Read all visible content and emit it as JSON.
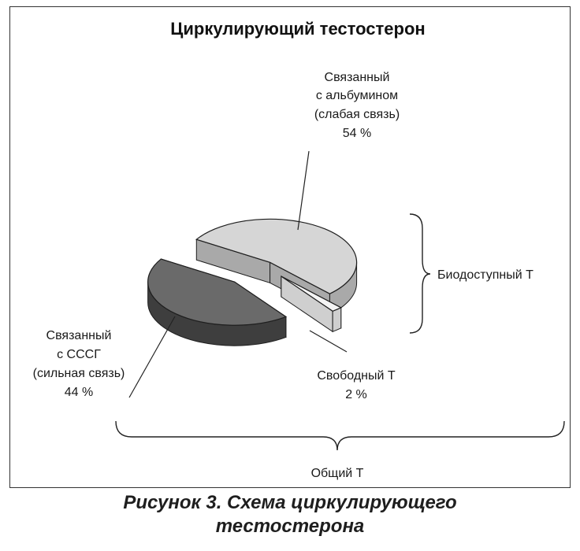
{
  "caption": {
    "line1": "Рисунок 3. Схема циркулирующего",
    "line2": "тестостерона"
  },
  "chart_data": {
    "type": "pie",
    "title": "Циркулирующий тестостерон",
    "three_d": true,
    "slices": [
      {
        "key": "albumin",
        "label_lines": [
          "Связанный",
          "с альбумином",
          "(слабая связь)",
          "54 %"
        ],
        "value": 54,
        "color": "#d6d6d6",
        "side_color": "#a9a9a9"
      },
      {
        "key": "free",
        "label_lines": [
          "Свободный Т",
          "2 %"
        ],
        "value": 2,
        "color": "#f4f4f4",
        "side_color": "#cfcfcf"
      },
      {
        "key": "shbg",
        "label_lines": [
          "Связанный",
          "с СССГ",
          "(сильная связь)",
          "44 %"
        ],
        "value": 44,
        "color": "#6a6a6a",
        "side_color": "#3e3e3e"
      }
    ],
    "brackets": [
      {
        "key": "bioavailable",
        "label": "Биодоступный Т"
      },
      {
        "key": "total",
        "label": "Общий Т"
      }
    ]
  }
}
